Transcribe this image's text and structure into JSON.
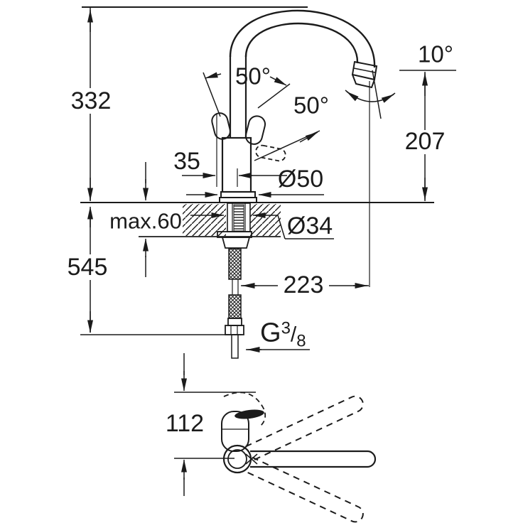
{
  "drawing": {
    "type": "technical-dimension-drawing",
    "subject": "single-lever kitchen sink mixer tap, front view and plan view",
    "colors": {
      "line": "#1b1b1b",
      "background": "#ffffff"
    },
    "labels": {
      "height_above_counter": "332",
      "hose_length_below_counter": "545",
      "counter_thickness": "max.60",
      "lever_offset": "35",
      "base_diameter": "Ø50",
      "shank_diameter": "Ø34",
      "spout_outlet_height": "207",
      "outlet_angle": "10°",
      "lever_angle_front": "50°",
      "lever_angle_back": "50°",
      "spout_reach": "223",
      "plan_depth": "112",
      "thread_g": "G",
      "thread_numerator": "3",
      "thread_slash": "/",
      "thread_denominator": "8"
    }
  }
}
